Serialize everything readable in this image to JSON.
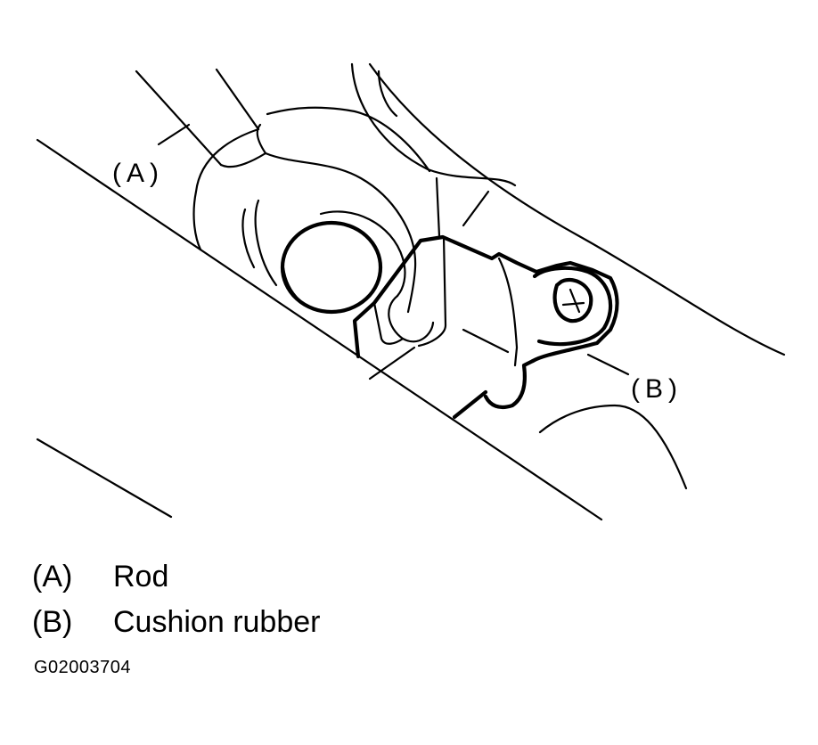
{
  "callouts": [
    {
      "label": "(A)"
    },
    {
      "label": "(B)"
    }
  ],
  "legend": [
    {
      "key": "(A)",
      "text": "Rod"
    },
    {
      "key": "(B)",
      "text": "Cushion rubber"
    }
  ],
  "figure_id": "G02003704",
  "colors": {
    "line": "#000000",
    "background": "#ffffff"
  }
}
